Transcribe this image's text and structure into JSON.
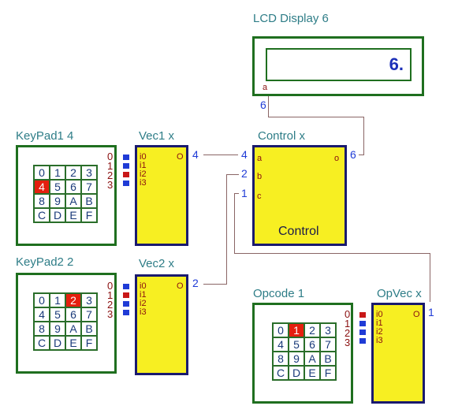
{
  "lcd": {
    "title": "LCD Display 6",
    "value": "6.",
    "port": "a",
    "wire_label": "6"
  },
  "keypad1": {
    "title": "KeyPad1 4",
    "keys": [
      "0",
      "1",
      "2",
      "3",
      "4",
      "5",
      "6",
      "7",
      "8",
      "9",
      "A",
      "B",
      "C",
      "D",
      "E",
      "F"
    ],
    "selected": "4"
  },
  "keypad2": {
    "title": "KeyPad2 2",
    "keys": [
      "0",
      "1",
      "2",
      "3",
      "4",
      "5",
      "6",
      "7",
      "8",
      "9",
      "A",
      "B",
      "C",
      "D",
      "E",
      "F"
    ],
    "selected": "2"
  },
  "opcode": {
    "title": "Opcode 1",
    "keys": [
      "0",
      "1",
      "2",
      "3",
      "4",
      "5",
      "6",
      "7",
      "8",
      "9",
      "A",
      "B",
      "C",
      "D",
      "E",
      "F"
    ],
    "selected": "1"
  },
  "vec1": {
    "title": "Vec1 x",
    "inputs": [
      "i0",
      "i1",
      "i2",
      "i3"
    ],
    "output": "O",
    "bit_labels": [
      "0",
      "1",
      "2",
      "3"
    ],
    "bits": [
      0,
      0,
      1,
      0
    ],
    "out_value": "4"
  },
  "vec2": {
    "title": "Vec2 x",
    "inputs": [
      "i0",
      "i1",
      "i2",
      "i3"
    ],
    "output": "O",
    "bit_labels": [
      "0",
      "1",
      "2",
      "3"
    ],
    "bits": [
      0,
      1,
      0,
      0
    ],
    "out_value": "2"
  },
  "opvec": {
    "title": "OpVec x",
    "inputs": [
      "i0",
      "i1",
      "i2",
      "i3"
    ],
    "output": "O",
    "bit_labels": [
      "0",
      "1",
      "2",
      "3"
    ],
    "bits": [
      1,
      0,
      0,
      0
    ],
    "out_value": "1"
  },
  "control": {
    "title": "Control x",
    "label": "Control",
    "ports": [
      "a",
      "b",
      "c"
    ],
    "port_values": [
      "4",
      "2",
      "1"
    ],
    "output": "o",
    "out_value": "6"
  },
  "colors": {
    "green": "#1f6f1f",
    "yellow": "#f7ef22",
    "navy": "#1a1a6e",
    "red": "#e41f0e",
    "blue": "#1f3bd6",
    "wire": "#8a6565"
  }
}
